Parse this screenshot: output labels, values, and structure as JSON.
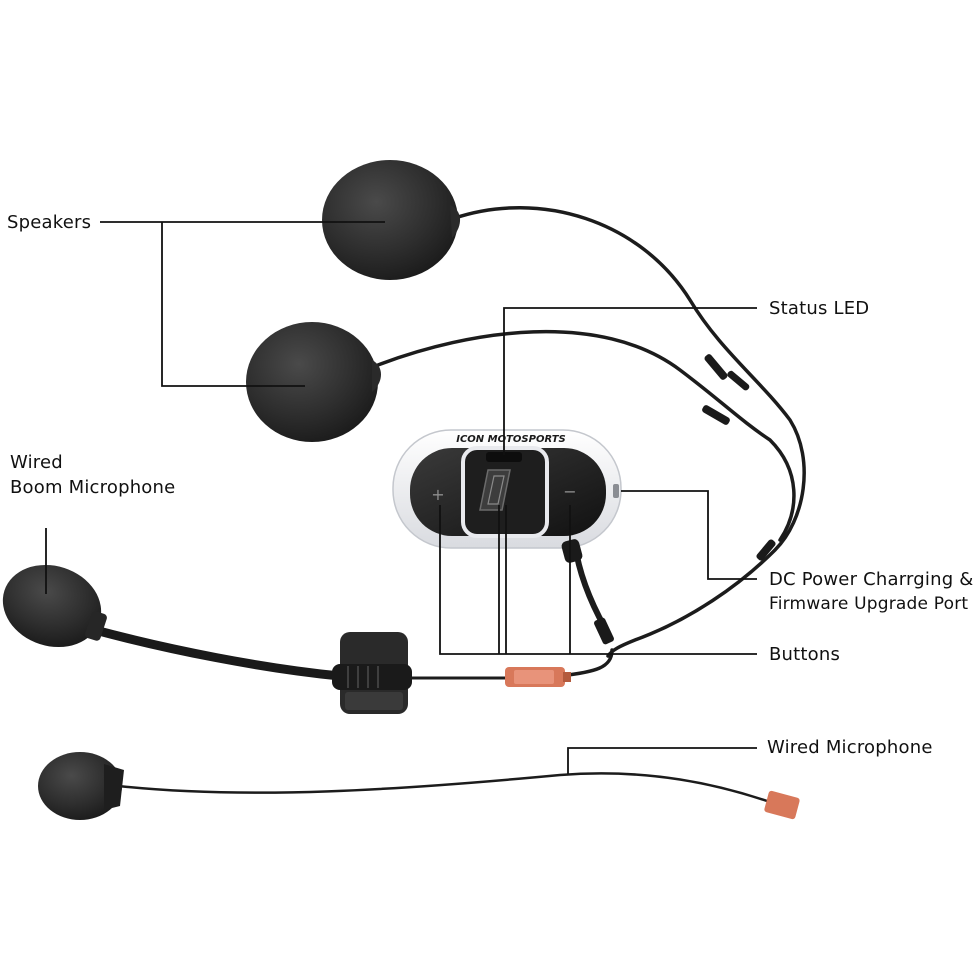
{
  "labels": {
    "speakers": "Speakers",
    "status_led": "Status LED",
    "boom_mic_line1": "Wired",
    "boom_mic_line2": "Boom Microphone",
    "dc_power_line1": "DC Power Charrging &",
    "dc_power_line2": "Firmware Upgrade Port",
    "buttons": "Buttons",
    "wired_microphone": "Wired Microphone"
  },
  "device": {
    "brand": "ICON MOTOSPORTS",
    "plus_symbol": "+",
    "minus_symbol": "−"
  },
  "colors": {
    "foam": "#2b2b2b",
    "cable": "#1c1c1c",
    "connector": "#d8785a",
    "callout_line": "#111111",
    "device_shell": "#f2f3f5"
  }
}
